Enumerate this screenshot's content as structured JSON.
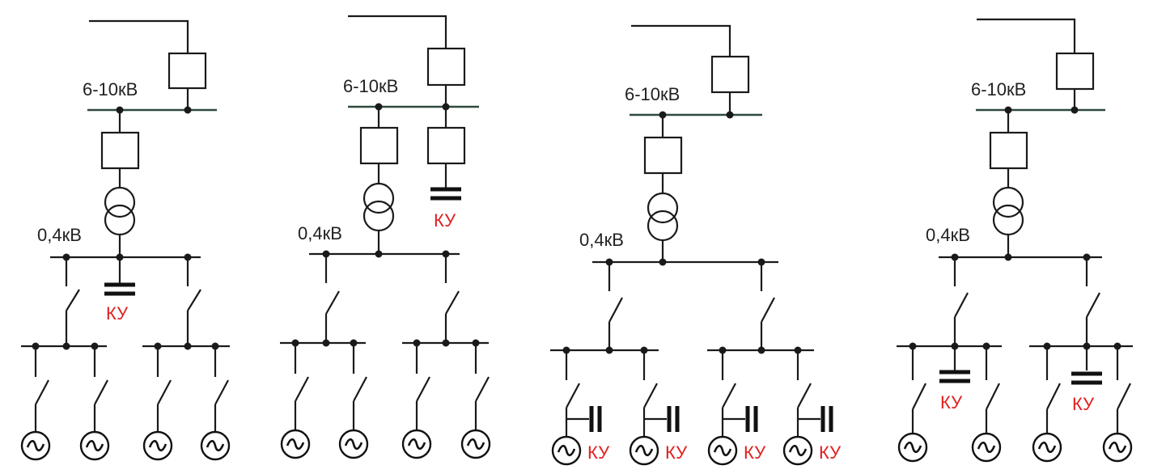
{
  "accent": {
    "ku_color": "#e02020",
    "line_color": "#1a1a1a"
  },
  "schemes": [
    {
      "hv_label": "6-10кВ",
      "lv_label": "0,4кВ",
      "ku_labels": [
        "КУ"
      ],
      "motor_symbol": "~"
    },
    {
      "hv_label": "6-10кВ",
      "lv_label": "0,4кВ",
      "ku_labels": [
        "КУ"
      ],
      "motor_symbol": "~"
    },
    {
      "hv_label": "6-10кВ",
      "lv_label": "0,4кВ",
      "ku_labels": [
        "КУ",
        "КУ",
        "КУ",
        "КУ"
      ],
      "motor_symbol": "~"
    },
    {
      "hv_label": "6-10кВ",
      "lv_label": "0,4кВ",
      "ku_labels": [
        "КУ",
        "КУ"
      ],
      "motor_symbol": "~"
    }
  ]
}
